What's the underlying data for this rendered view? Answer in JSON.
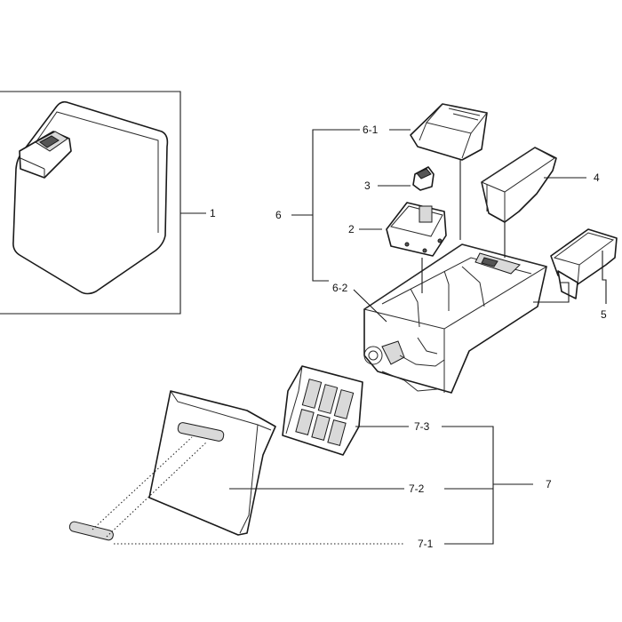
{
  "labels": {
    "l1": "1",
    "l2": "2",
    "l3": "3",
    "l4": "4",
    "l5": "5",
    "l6": "6",
    "l6_1": "6-1",
    "l6_2": "6-2",
    "l7": "7",
    "l7_1": "7-1",
    "l7_2": "7-2",
    "l7_3": "7-3"
  }
}
